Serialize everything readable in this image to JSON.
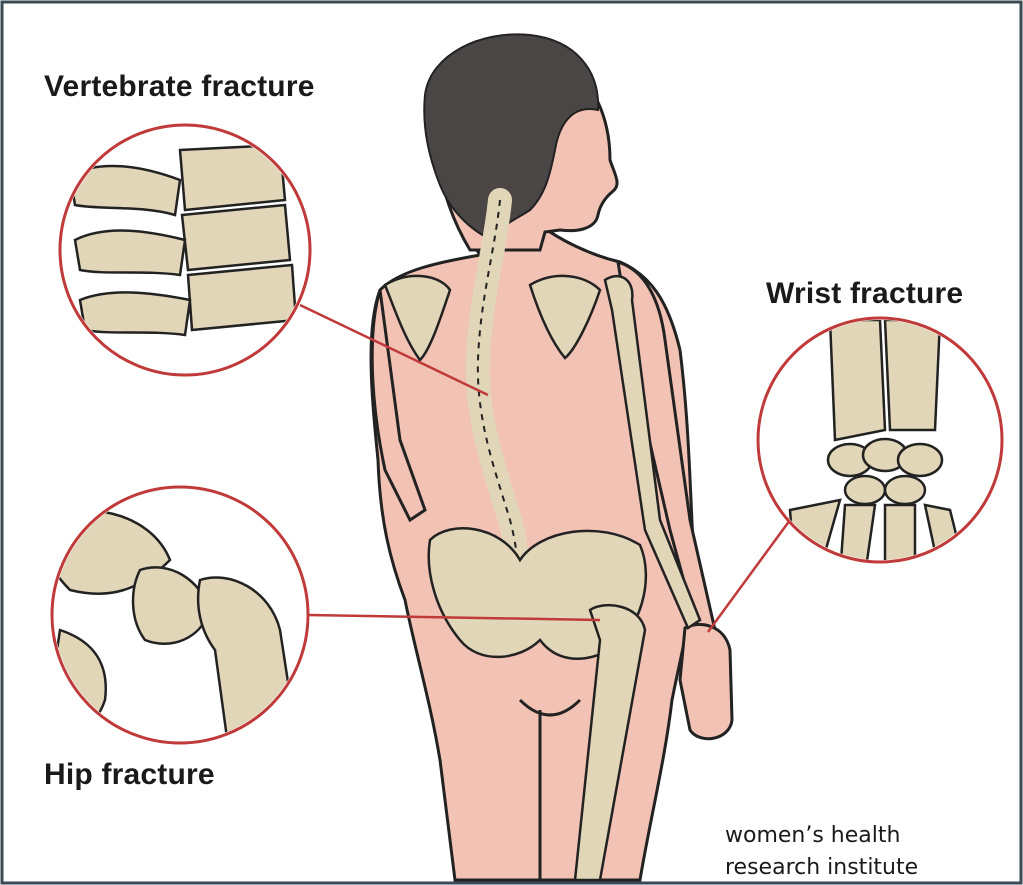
{
  "labels": {
    "vertebrate": "Vertebrate fracture",
    "wrist": "Wrist fracture",
    "hip": "Hip fracture"
  },
  "credit": {
    "line1": "women’s health",
    "line2": "research institute"
  },
  "colors": {
    "skin": "#f2c2b4",
    "bone": "#e2d6b8",
    "outline": "#222222",
    "hair": "#4a4646",
    "leader": "#c03a3a",
    "frame": "#3a4a55"
  }
}
